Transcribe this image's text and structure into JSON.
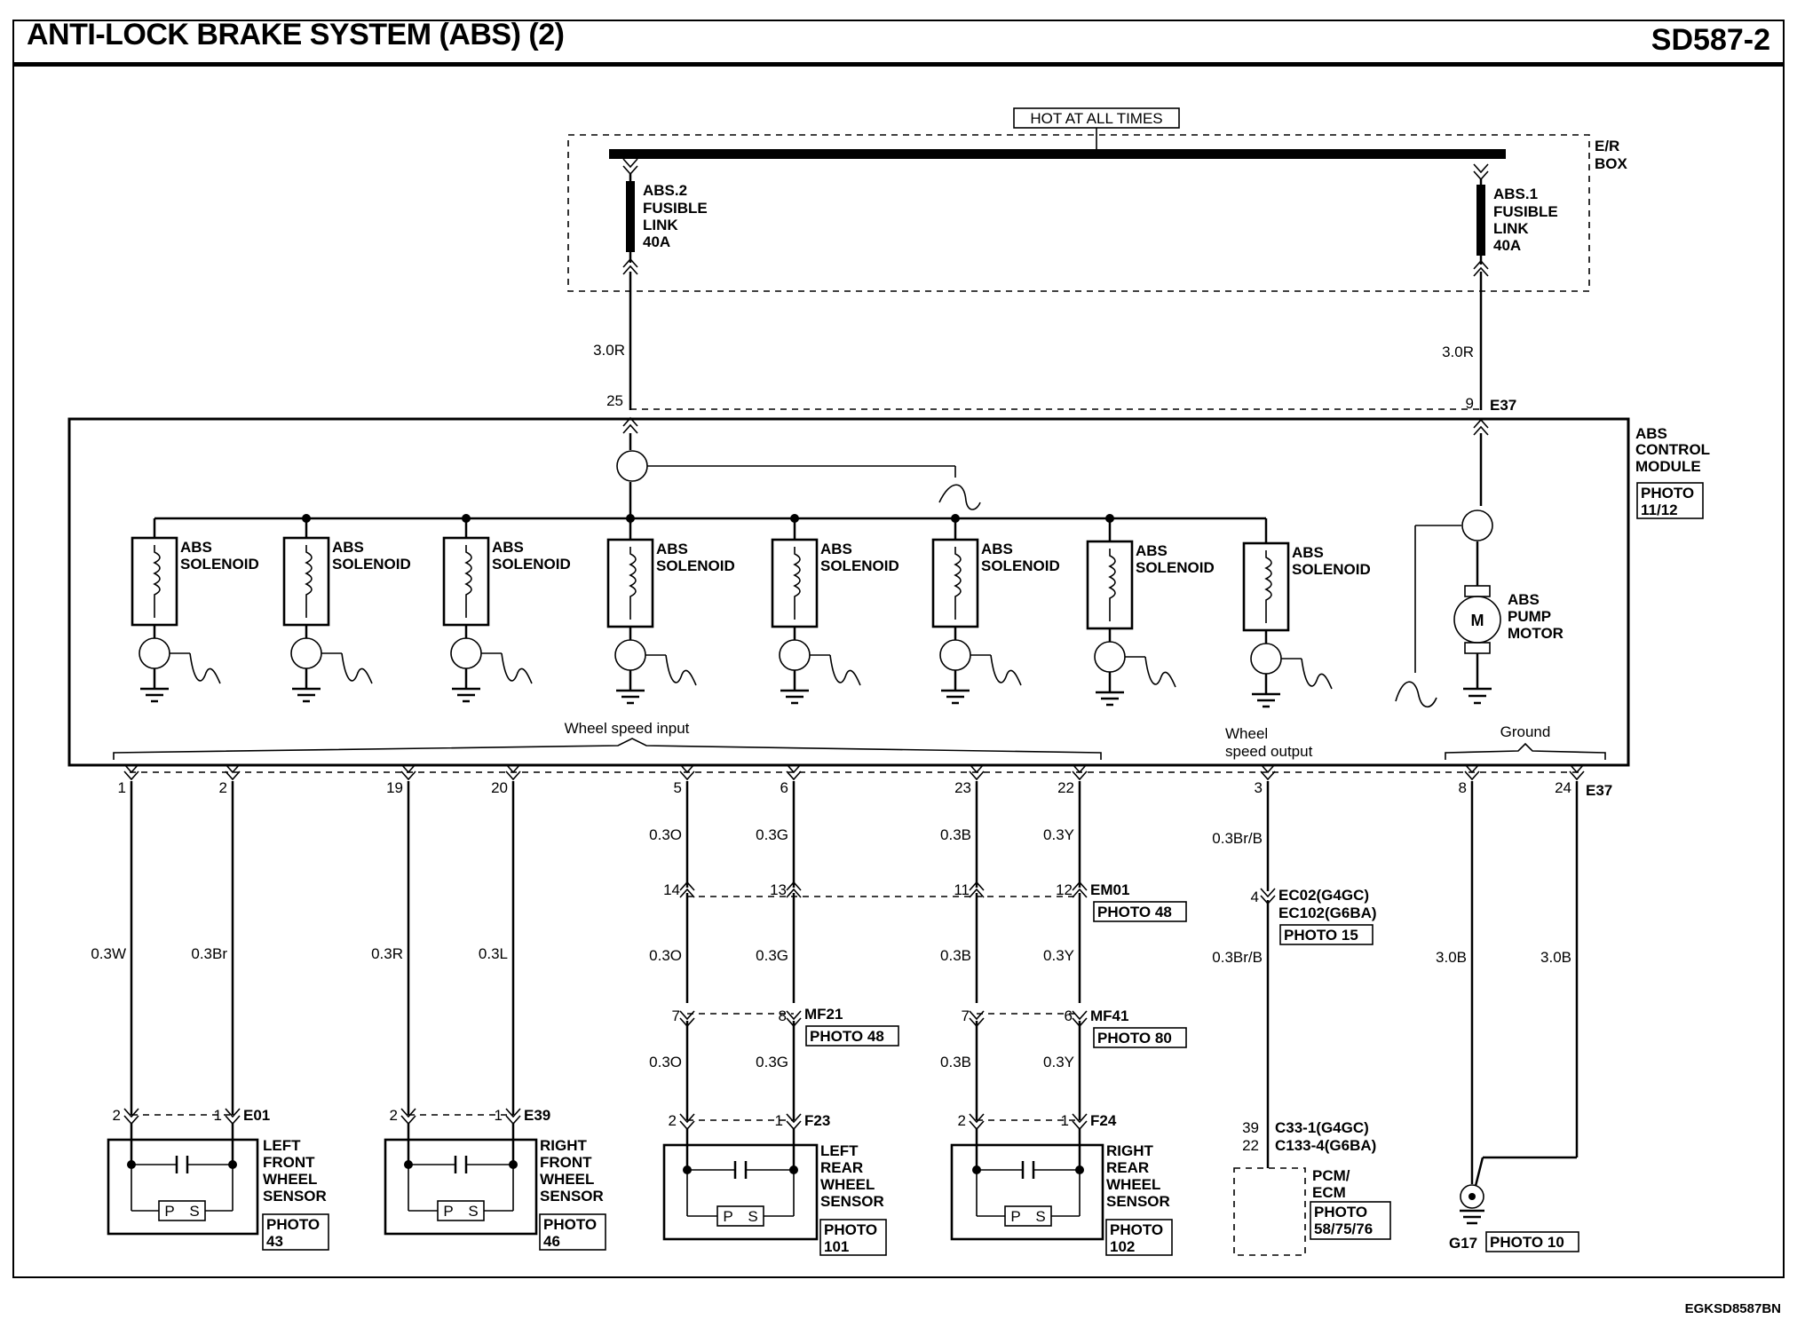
{
  "header": {
    "title": "ANTI-LOCK BRAKE SYSTEM (ABS) (2)",
    "code": "SD587-2"
  },
  "footer": {
    "code": "EGKSD8587BN"
  },
  "power": {
    "hot_label": "HOT AT ALL TIMES",
    "box_label_1": "E/R",
    "box_label_2": "BOX",
    "fuse_left": [
      "ABS.2",
      "FUSIBLE",
      "LINK",
      "40A"
    ],
    "fuse_right": [
      "ABS.1",
      "FUSIBLE",
      "LINK",
      "40A"
    ],
    "wire_left": "3.0R",
    "wire_right": "3.0R",
    "pin_left": "25",
    "pin_right": "9",
    "connector_top": "E37"
  },
  "module": {
    "name": [
      "ABS",
      "CONTROL",
      "MODULE"
    ],
    "photo": [
      "PHOTO",
      "11/12"
    ],
    "solenoid_label": [
      "ABS",
      "SOLENOID"
    ],
    "pump_label": [
      "ABS",
      "PUMP",
      "MOTOR"
    ],
    "motor_letter": "M",
    "section_wheel_input": "Wheel speed input",
    "section_wheel_output": [
      "Wheel",
      "speed output"
    ],
    "section_ground": "Ground"
  },
  "pins": [
    "1",
    "2",
    "19",
    "20",
    "5",
    "6",
    "23",
    "22",
    "3",
    "8",
    "24"
  ],
  "bottom_connector": "E37",
  "wires": {
    "lf1": "0.3W",
    "lf2": "0.3Br",
    "rf1": "0.3R",
    "rf2": "0.3L",
    "lr1": "0.3O",
    "lr2": "0.3G",
    "rr1": "0.3B",
    "rr2": "0.3Y",
    "wso": "0.3Br/B",
    "g1": "3.0B",
    "g2": "3.0B"
  },
  "em01": {
    "pins": [
      "14",
      "13",
      "11",
      "12"
    ],
    "name": "EM01",
    "photo": "PHOTO 48"
  },
  "mf21": {
    "pins": [
      "7",
      "8"
    ],
    "name": "MF21",
    "photo": "PHOTO 48"
  },
  "mf41": {
    "pins": [
      "7",
      "6"
    ],
    "name": "MF41",
    "photo": "PHOTO 80"
  },
  "ec02": {
    "pin": "4",
    "name1": "EC02(G4GC)",
    "name2": "EC102(G6BA)",
    "photo": "PHOTO 15"
  },
  "pcm": {
    "pin1": "39",
    "pin2": "22",
    "conn1": "C33-1(G4GC)",
    "conn2": "C133-4(G6BA)",
    "label": [
      "PCM/",
      "ECM"
    ],
    "photo": [
      "PHOTO",
      "58/75/76"
    ]
  },
  "ground": {
    "name": "G17",
    "photo": "PHOTO 10"
  },
  "sensors": [
    {
      "pins": [
        "2",
        "1"
      ],
      "conn": "E01",
      "label": [
        "LEFT",
        "FRONT",
        "WHEEL",
        "SENSOR"
      ],
      "photo": [
        "PHOTO",
        "43"
      ]
    },
    {
      "pins": [
        "2",
        "1"
      ],
      "conn": "E39",
      "label": [
        "RIGHT",
        "FRONT",
        "WHEEL",
        "SENSOR"
      ],
      "photo": [
        "PHOTO",
        "46"
      ]
    },
    {
      "pins": [
        "2",
        "1"
      ],
      "conn": "F23",
      "label": [
        "LEFT",
        "REAR",
        "WHEEL",
        "SENSOR"
      ],
      "photo": [
        "PHOTO",
        "101"
      ]
    },
    {
      "pins": [
        "2",
        "1"
      ],
      "conn": "F24",
      "label": [
        "RIGHT",
        "REAR",
        "WHEEL",
        "SENSOR"
      ],
      "photo": [
        "PHOTO",
        "102"
      ]
    }
  ],
  "sensor_ps": [
    "P",
    "S"
  ]
}
